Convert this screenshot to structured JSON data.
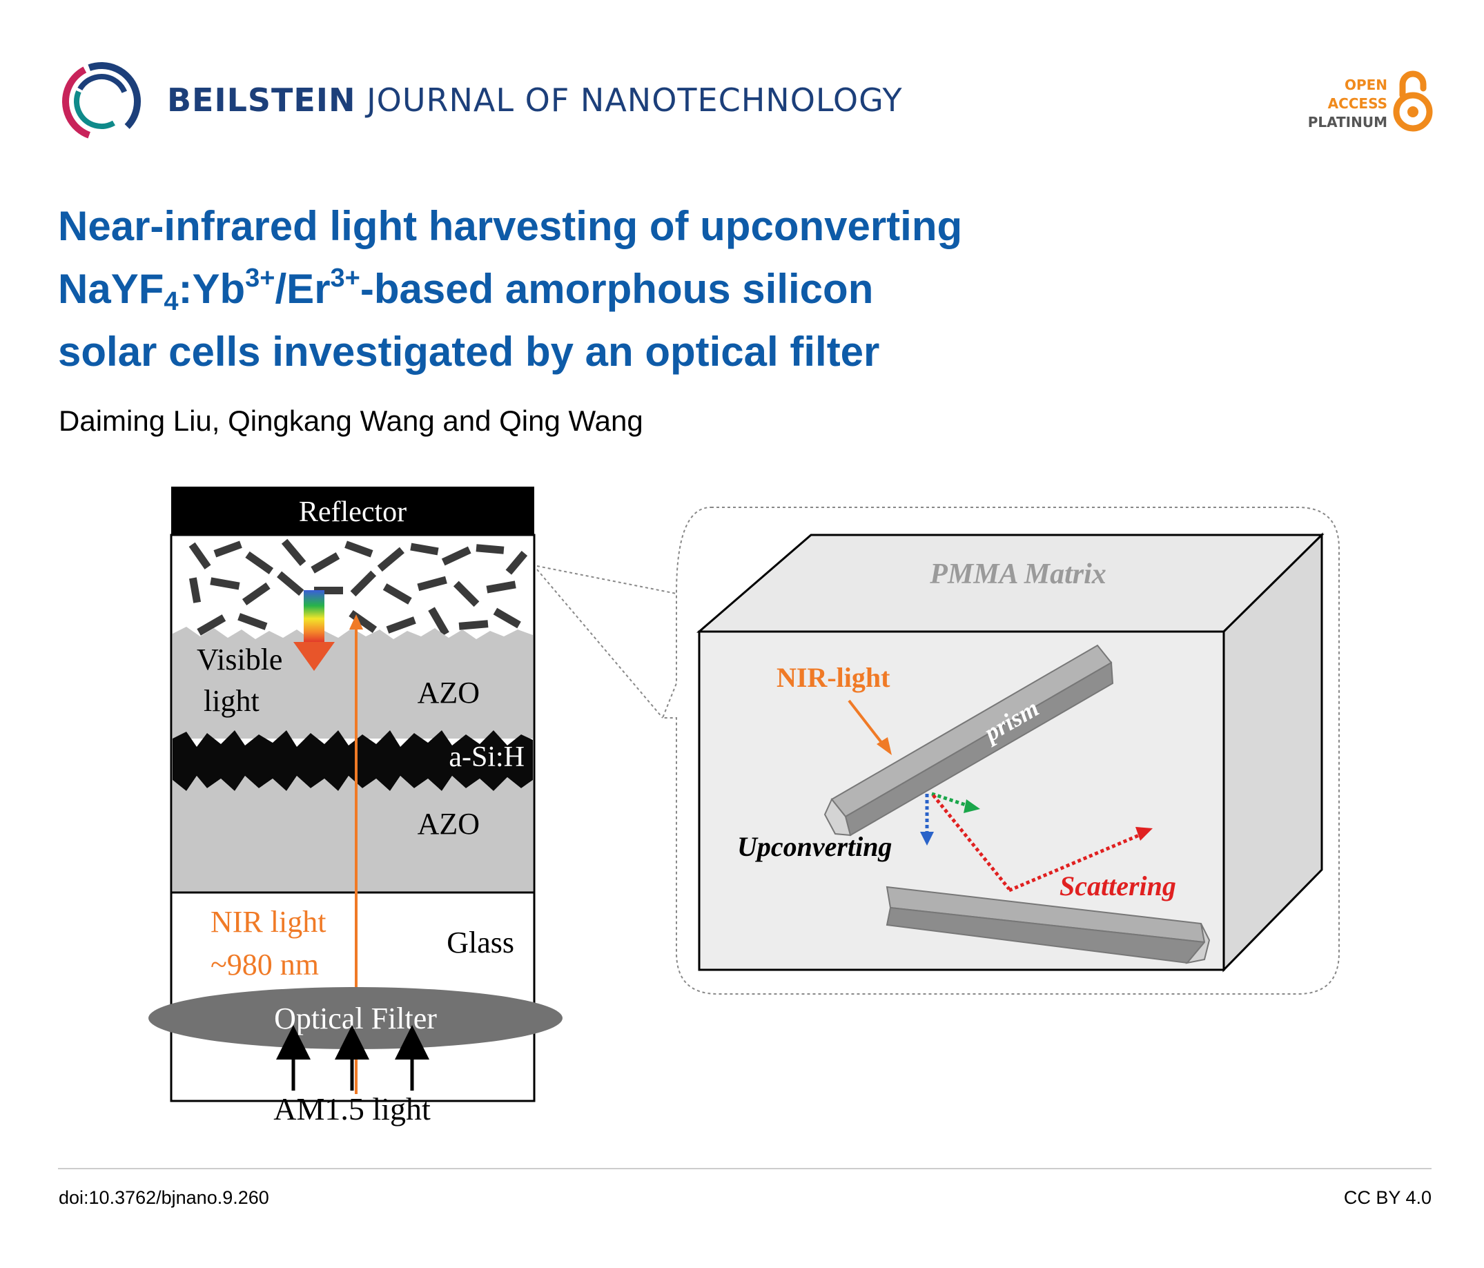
{
  "header": {
    "journal_bold": "BEILSTEIN",
    "journal_rest": "JOURNAL OF NANOTECHNOLOGY",
    "oa_line1": "OPEN",
    "oa_line2": "ACCESS",
    "oa_line3": "PLATINUM",
    "colors": {
      "journal": "#1c3f7a",
      "oa_orange": "#f08a1c",
      "title_blue": "#0e5ba8"
    },
    "icons": [
      "beilstein-logo",
      "open-access-lock-icon"
    ]
  },
  "article": {
    "title_line1": "Near-infrared light harvesting of upconverting",
    "title_line2_a": "NaYF",
    "title_line2_sub": "4",
    "title_line2_b": ":Yb",
    "title_line2_sup1": "3+",
    "title_line2_c": "/Er",
    "title_line2_sup2": "3+",
    "title_line2_d": "-based amorphous silicon",
    "title_line3": "solar cells investigated by an optical filter",
    "authors": "Daiming Liu, Qingkang Wang and Qing Wang"
  },
  "figure": {
    "reflector": "Reflector",
    "visible_1": "Visible",
    "visible_2": "light",
    "azo_top": "AZO",
    "asih": "a-Si:H",
    "azo_bottom": "AZO",
    "nir_1": "NIR light",
    "nir_2": "~980 nm",
    "glass": "Glass",
    "optical_filter": "Optical Filter",
    "am15": "AM1.5 light",
    "pmma": "PMMA Matrix",
    "nir_light": "NIR-light",
    "prism": "prism",
    "upconverting": "Upconverting",
    "scattering": "Scattering"
  },
  "footer": {
    "doi": "doi:10.3762/bjnano.9.260",
    "license": "CC BY 4.0"
  }
}
